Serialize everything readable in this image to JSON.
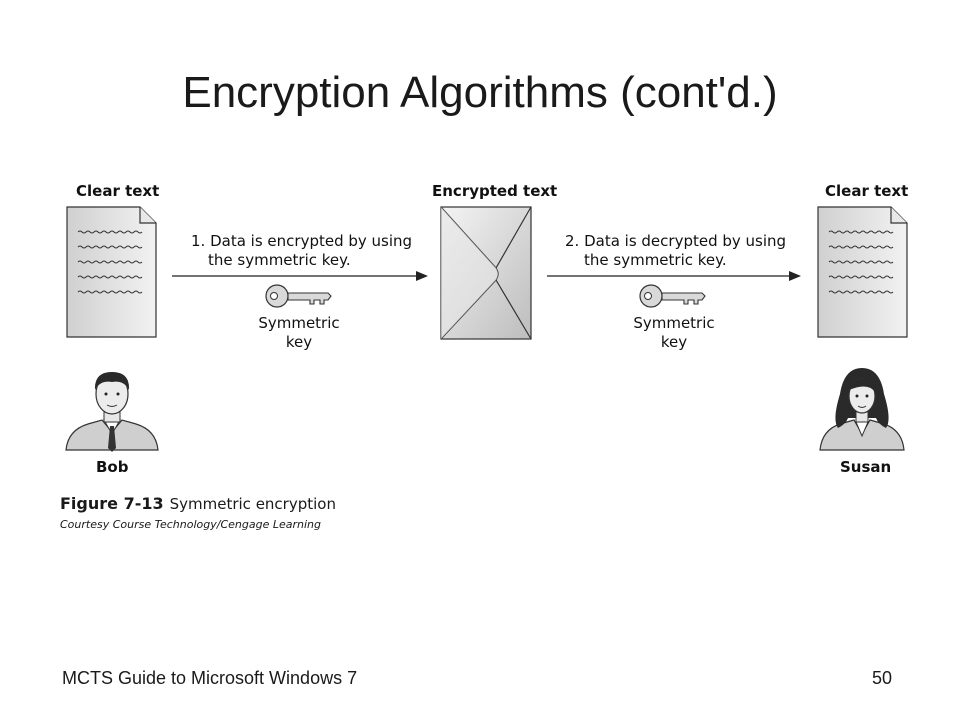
{
  "slide": {
    "title": "Encryption Algorithms (cont'd.)",
    "footer_left": "MCTS Guide to Microsoft Windows 7",
    "page_number": "50"
  },
  "diagram": {
    "left_doc_label": "Clear text",
    "center_label": "Encrypted text",
    "right_doc_label": "Clear text",
    "step1_line1": "1. Data is encrypted by using",
    "step1_line2": "the symmetric key.",
    "step2_line1": "2. Data is decrypted by using",
    "step2_line2": "the symmetric key.",
    "key1_line1": "Symmetric",
    "key1_line2": "key",
    "key2_line1": "Symmetric",
    "key2_line2": "key",
    "sender_name": "Bob",
    "receiver_name": "Susan"
  },
  "figure": {
    "number": "Figure 7-13",
    "title": "Symmetric encryption",
    "courtesy": "Courtesy Course Technology/Cengage Learning"
  },
  "icons": [
    "document-icon",
    "envelope-icon",
    "key-icon",
    "person-icon"
  ]
}
